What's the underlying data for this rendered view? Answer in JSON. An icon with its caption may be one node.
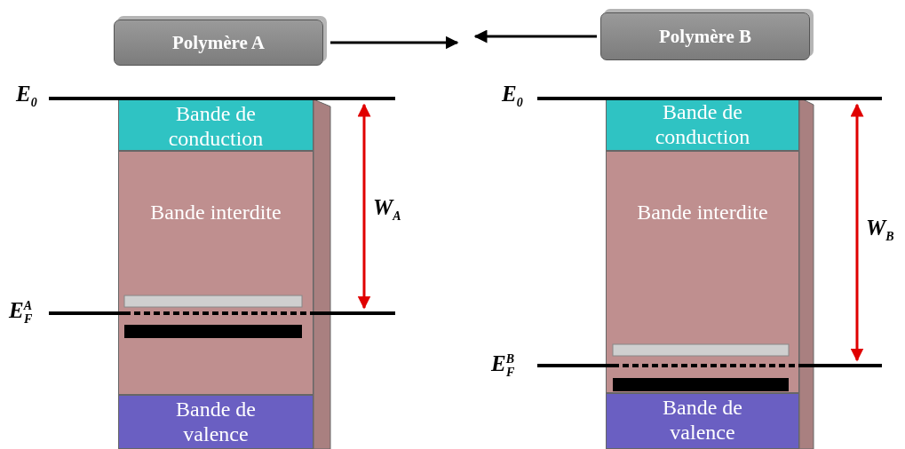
{
  "diagram": {
    "nodes": [
      {
        "text": [
          "Polymère A"
        ]
      },
      {
        "text": [
          "Polymère B"
        ]
      },
      {
        "text": [
          "Bande de conduction"
        ]
      },
      {
        "text": [
          "Bande interdite"
        ]
      },
      {
        "text": [
          "Bande de valence"
        ]
      },
      {
        "text": [
          "Bande de conduction"
        ]
      },
      {
        "text": [
          "Bande interdite"
        ]
      },
      {
        "text": [
          "Bande de valence"
        ]
      }
    ],
    "edges": [
      {
        "from": 0,
        "to": null,
        "arrow": "to"
      },
      {
        "from": 1,
        "to": null,
        "arrow": "to"
      }
    ],
    "labels": [
      "E$_{0}$",
      "E$_{0}$",
      "W$_{A}$",
      "W$_{B}$",
      "E$^{A}$$_{F}$",
      "E$^{B}$$_{F}$"
    ]
  }
}
